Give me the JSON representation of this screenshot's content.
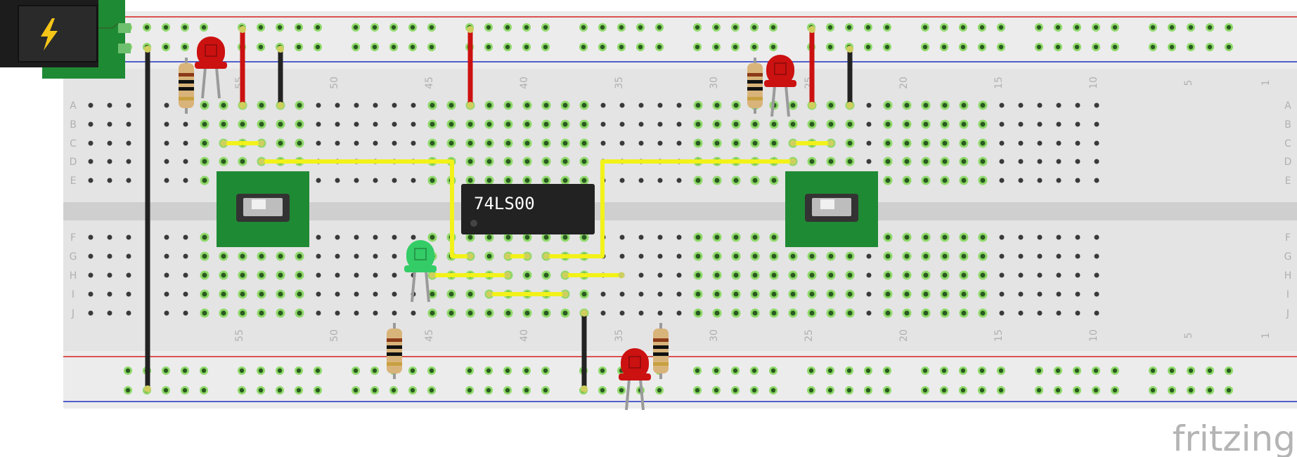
{
  "brand": {
    "name": "fritzing"
  },
  "chip": {
    "label": "74LS00"
  },
  "breadboard": {
    "row_labels_top": [
      "A",
      "B",
      "C",
      "D",
      "E"
    ],
    "row_labels_bottom": [
      "F",
      "G",
      "H",
      "I",
      "J"
    ],
    "column_numbers": [
      "55",
      "50",
      "45",
      "40",
      "35",
      "30",
      "25",
      "20",
      "15",
      "10",
      "5",
      "1"
    ]
  },
  "components": {
    "power_jack": {
      "icon": "lightning-bolt-icon"
    },
    "switches": [
      "slide-switch-left",
      "slide-switch-right"
    ],
    "leds": [
      {
        "name": "led-left-red",
        "color": "#e8202a"
      },
      {
        "name": "led-right-red",
        "color": "#e8202a"
      },
      {
        "name": "led-bottom-green",
        "color": "#33cc66"
      },
      {
        "name": "led-bottom-red",
        "color": "#e8202a"
      }
    ]
  },
  "colors": {
    "wire_yellow": "#f2f21a",
    "wire_red": "#cc1111",
    "wire_black": "#222222",
    "board": "#e6e6e6",
    "rail_red": "#d42020",
    "rail_blue": "#2030c0",
    "pcb_green": "#1f8a34",
    "hole_active": "#8fd96a"
  }
}
